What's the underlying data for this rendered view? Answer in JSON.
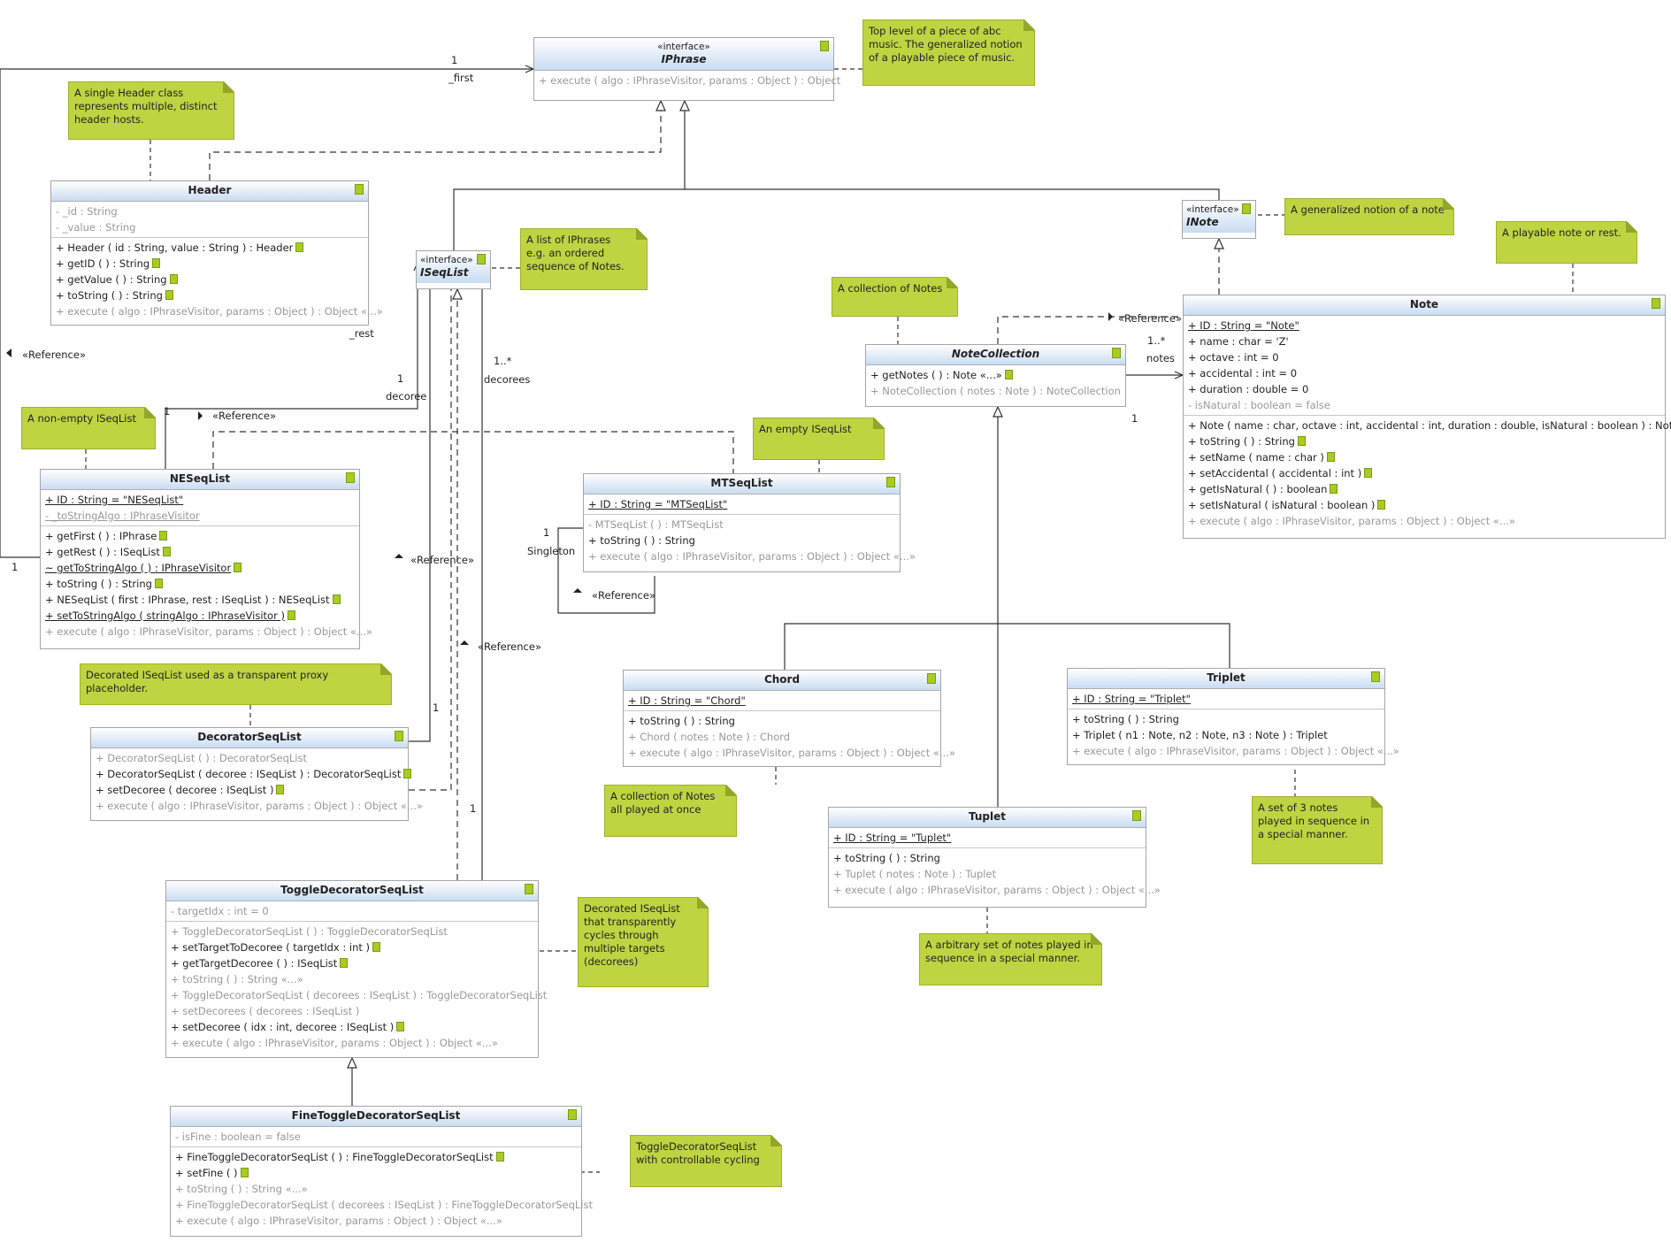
{
  "colors": {
    "header_gradient_bottom": "#c9dcf2",
    "note_fill": "#bfd441",
    "file_icon": "#a8cc20",
    "line": "#333333",
    "border": "#a5a5a5"
  },
  "classes": {
    "iphrase": {
      "stereotype": "«interface»",
      "name": "IPhrase",
      "methods": [
        "+ execute ( algo : IPhraseVisitor,  params : Object ) :  Object"
      ]
    },
    "header": {
      "name": "Header",
      "attributes": [
        "- _id : String",
        "- _value : String"
      ],
      "methods": [
        "+ Header ( id : String,  value : String ) :  Header",
        "+ getID ( ) :  String",
        "+ getValue ( ) :  String",
        "+ toString ( ) :  String",
        "+ execute ( algo : IPhraseVisitor,  params : Object ) :  Object «...»"
      ]
    },
    "iseqlist": {
      "stereotype": "«interface»",
      "name": "ISeqList"
    },
    "inote": {
      "stereotype": "«interface»",
      "name": "INote"
    },
    "note": {
      "name": "Note",
      "attributes": [
        "+ ID : String = \"Note\"",
        "+ name : char = 'Z'",
        "+ octave : int = 0",
        "+ accidental : int = 0",
        "+ duration : double = 0",
        "- isNatural : boolean = false"
      ],
      "methods": [
        "+ Note ( name : char,  octave : int,  accidental : int,  duration : double,  isNatural : boolean ) :  Note",
        "+ toString ( ) :  String",
        "+ setName ( name : char )",
        "+ setAccidental ( accidental : int )",
        "+ getIsNatural ( ) :  boolean",
        "+ setIsNatural ( isNatural : boolean )",
        "+ execute ( algo : IPhraseVisitor,  params : Object ) :  Object «...»"
      ]
    },
    "notecollection": {
      "name": "NoteCollection",
      "methods": [
        "+ getNotes ( ) :  Note «...»",
        "+ NoteCollection ( notes : Note ) :  NoteCollection"
      ]
    },
    "neseqlist": {
      "name": "NESeqList",
      "attributes": [
        "+ ID : String = \"NESeqList\"",
        "- _toStringAlgo : IPhraseVisitor"
      ],
      "methods": [
        "+ getFirst ( ) :  IPhrase",
        "+ getRest ( ) :  ISeqList",
        "~ getToStringAlgo ( ) :  IPhraseVisitor",
        "+ toString ( ) :  String",
        "+ NESeqList ( first : IPhrase,  rest : ISeqList ) :  NESeqList",
        "+ setToStringAlgo ( stringAlgo : IPhraseVisitor )",
        "+ execute ( algo : IPhraseVisitor,  params : Object ) :  Object «...»"
      ]
    },
    "mtseqlist": {
      "name": "MTSeqList",
      "attributes": [
        "+ ID : String = \"MTSeqList\""
      ],
      "methods": [
        "- MTSeqList ( ) :  MTSeqList",
        "+ toString ( ) :  String",
        "+ execute ( algo : IPhraseVisitor,  params : Object ) :  Object «...»"
      ]
    },
    "decoratorseqlist": {
      "name": "DecoratorSeqList",
      "methods": [
        "+ DecoratorSeqList ( ) :  DecoratorSeqList",
        "+ DecoratorSeqList ( decoree : ISeqList ) :  DecoratorSeqList",
        "+ setDecoree ( decoree : ISeqList )",
        "+ execute ( algo : IPhraseVisitor,  params : Object ) :  Object «...»"
      ]
    },
    "chord": {
      "name": "Chord",
      "attributes": [
        "+ ID : String = \"Chord\""
      ],
      "methods": [
        "+ toString ( ) :  String",
        "+ Chord ( notes : Note ) :  Chord",
        "+ execute ( algo : IPhraseVisitor,  params : Object ) :  Object «...»"
      ]
    },
    "triplet": {
      "name": "Triplet",
      "attributes": [
        "+ ID : String = \"Triplet\""
      ],
      "methods": [
        "+ toString ( ) :  String",
        "+ Triplet ( n1 : Note,  n2 : Note,  n3 : Note ) :  Triplet",
        "+ execute ( algo : IPhraseVisitor,  params : Object ) :  Object «...»"
      ]
    },
    "tuplet": {
      "name": "Tuplet",
      "attributes": [
        "+ ID : String = \"Tuplet\""
      ],
      "methods": [
        "+ toString ( ) :  String",
        "+ Tuplet ( notes : Note ) :  Tuplet",
        "+ execute ( algo : IPhraseVisitor,  params : Object ) :  Object «...»"
      ]
    },
    "toggledecoratorseqlist": {
      "name": "ToggleDecoratorSeqList",
      "attributes": [
        "- targetIdx : int = 0"
      ],
      "methods": [
        "+ ToggleDecoratorSeqList ( ) :  ToggleDecoratorSeqList",
        "+ setTargetToDecoree ( targetIdx : int )",
        "+ getTargetDecoree ( ) :  ISeqList",
        "+ toString ( ) :  String «...»",
        "+ ToggleDecoratorSeqList ( decorees : ISeqList ) :  ToggleDecoratorSeqList",
        "+ setDecorees ( decorees : ISeqList )",
        "+ setDecoree ( idx : int,  decoree : ISeqList )",
        "+ execute ( algo : IPhraseVisitor,  params : Object ) :  Object «...»"
      ]
    },
    "finetoggledecoratorseqlist": {
      "name": "FineToggleDecoratorSeqList",
      "attributes": [
        "- isFine : boolean = false"
      ],
      "methods": [
        "+ FineToggleDecoratorSeqList ( ) :  FineToggleDecoratorSeqList",
        "+ setFine ( )",
        "+ toString ( ) :  String «...»",
        "+ FineToggleDecoratorSeqList ( decorees : ISeqList ) :  FineToggleDecoratorSeqList",
        "+ execute ( algo : IPhraseVisitor,  params : Object ) :  Object «...»"
      ]
    }
  },
  "notes": {
    "iphrase": "Top level of a piece of abc\nmusic.  The generalized notion\nof a playable piece of music.",
    "header": "A single Header class\nrepresents multiple, distinct\nheader hosts.",
    "iseqlist": "A list of IPhrases\ne.g. an ordered\nsequence of Notes.",
    "inote": "A generalized notion of a note",
    "note": "A playable note or rest.",
    "notecollection": "A collection of Notes",
    "neseqlist": "A non-empty ISeqList",
    "mtseqlist": "An empty ISeqList",
    "decorator": "Decorated ISeqList used as a transparent proxy placeholder.",
    "chord": "A collection of Notes\nall played at once",
    "triplet": "A set of 3 notes\nplayed in sequence in\na special manner.",
    "tuplet": "A arbitrary set of notes played in\nsequence in a special manner.",
    "toggle": "Decorated ISeqList\nthat transparently\ncycles through\nmultiple targets\n(decorees)",
    "fine": "ToggleDecoratorSeqList\nwith controllable cycling"
  },
  "labels": {
    "first_mult": "1",
    "first_role": "_first",
    "rest_role": "_rest",
    "rest_mult": "1",
    "reference": "«Reference»",
    "decoree_mult": "1",
    "decoree_role": "decoree",
    "decorees_mult": "1..*",
    "decorees_role": "decorees",
    "notes_mult": "1..*",
    "notes_role": "notes",
    "nc_mult": "1",
    "singleton_mult": "1",
    "singleton_role": "Singleton",
    "dec_mult_b": "1",
    "toggle_mult_b": "1",
    "ne_mult_c": "1"
  }
}
